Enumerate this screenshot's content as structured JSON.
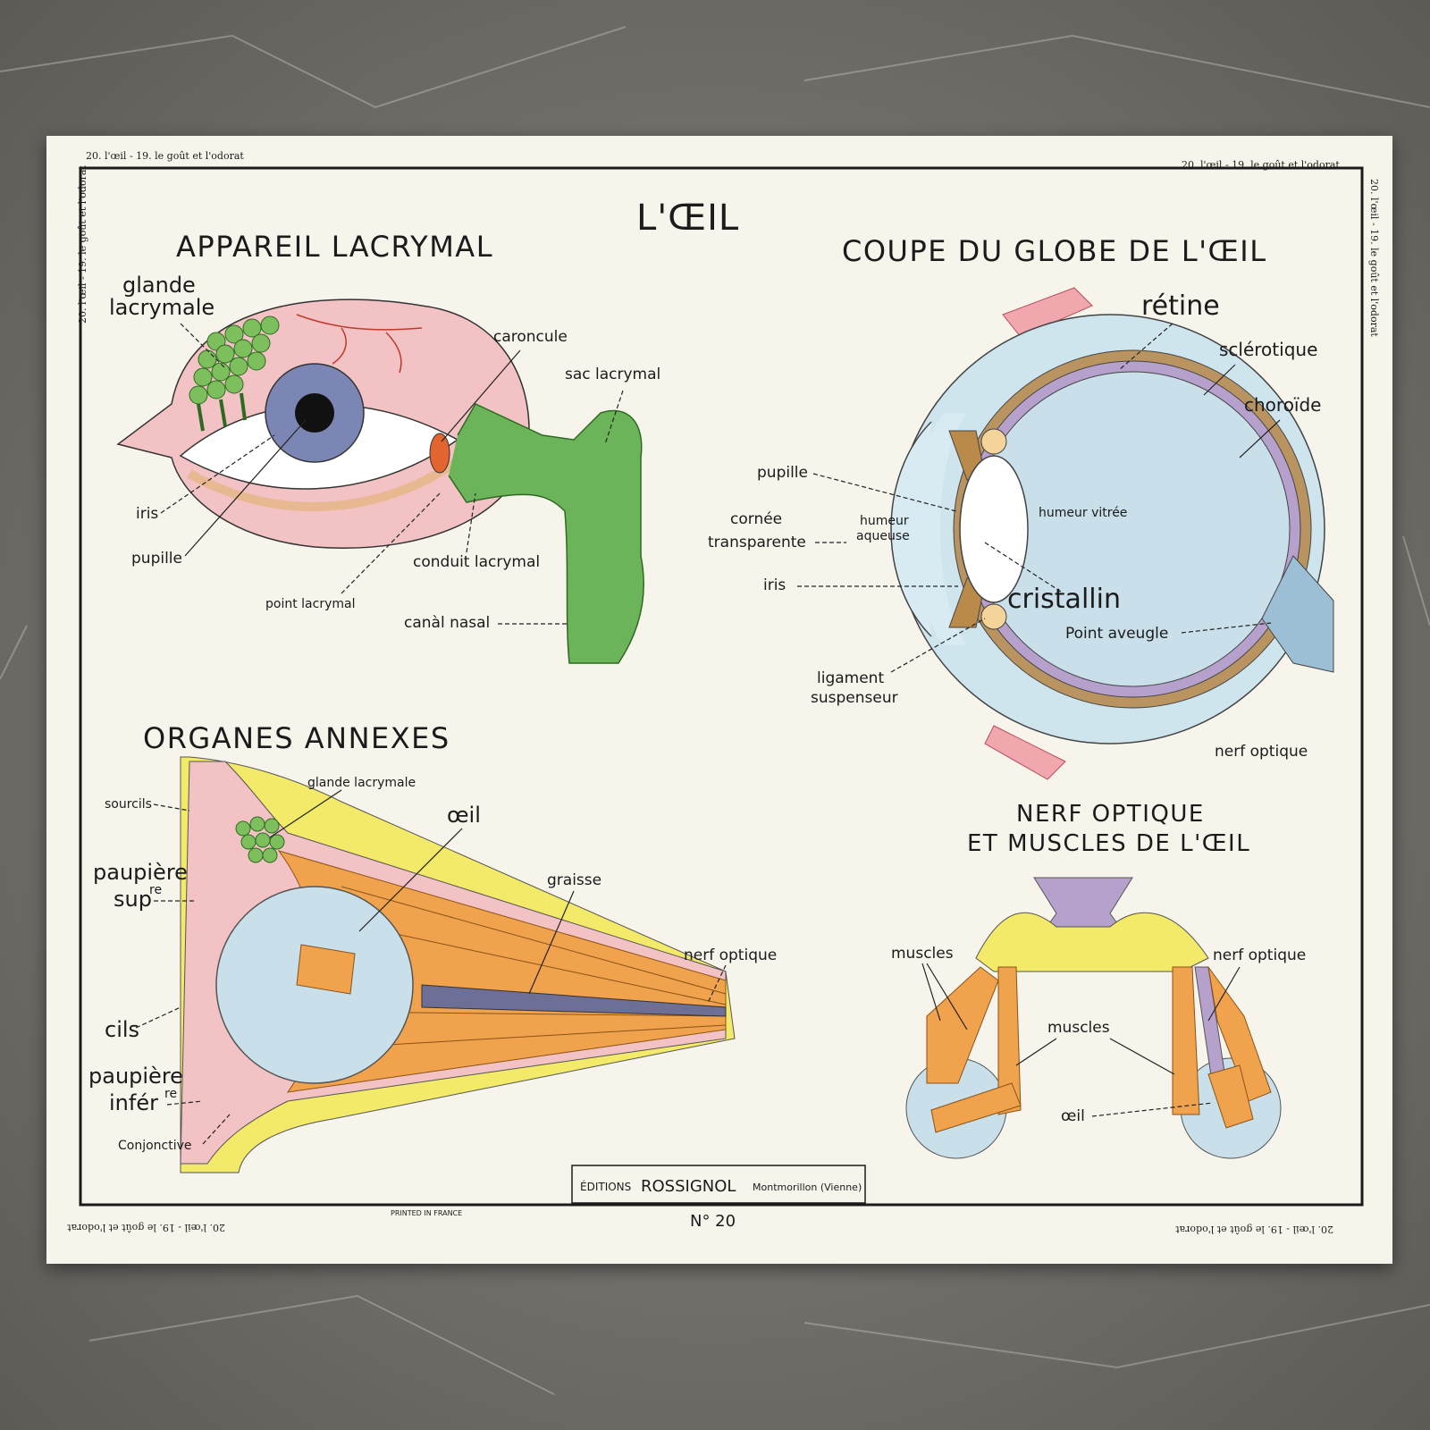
{
  "margin_text": "20. l'œil - 19. le goût et l'odorat",
  "title": "L'ŒIL",
  "sections": {
    "lacrymal": {
      "title": "APPAREIL LACRYMAL",
      "labels": {
        "glande_1": "glande",
        "glande_2": "lacrymale",
        "caroncule": "caroncule",
        "sac": "sac lacrymal",
        "iris": "iris",
        "pupille": "pupille",
        "conduit": "conduit lacrymal",
        "point": "point lacrymal",
        "canal": "canàl nasal"
      }
    },
    "coupe": {
      "title": "COUPE DU GLOBE DE L'ŒIL",
      "labels": {
        "retine": "rétine",
        "sclerotique": "sclérotique",
        "choroide": "choroïde",
        "pupille": "pupille",
        "humeur_aq_1": "humeur",
        "humeur_aq_2": "aqueuse",
        "humeur_vitree": "humeur vitrée",
        "cornee_1": "cornée",
        "cornee_2": "transparente",
        "iris": "iris",
        "cristallin": "cristallin",
        "point_aveugle": "Point aveugle",
        "ligament_1": "ligament",
        "ligament_2": "suspenseur",
        "nerf": "nerf optique"
      }
    },
    "annexes": {
      "title": "ORGANES ANNEXES",
      "labels": {
        "sourcils": "sourcils",
        "glande": "glande lacrymale",
        "oeil": "œil",
        "paupiere_sup_1": "paupière",
        "paupiere_sup_2": "sup",
        "paupiere_sup_sup": "re",
        "graisse": "graisse",
        "nerf": "nerf optique",
        "cils": "cils",
        "paupiere_inf_1": "paupière",
        "paupiere_inf_2": "infér",
        "paupiere_inf_sup": "re",
        "conjonctive": "Conjonctive"
      }
    },
    "nerf_muscles": {
      "title_1": "NERF OPTIQUE",
      "title_2": "ET MUSCLES DE L'ŒIL",
      "labels": {
        "muscles_left": "muscles",
        "nerf": "nerf optique",
        "muscles_center": "muscles",
        "oeil": "œil"
      }
    }
  },
  "publisher": {
    "editions": "ÉDITIONS",
    "name": "ROSSIGNOL",
    "place": "Montmorillon (Vienne)"
  },
  "printed": "PRINTED IN FRANCE",
  "number": "N° 20",
  "colors": {
    "paper": "#f7f4ec",
    "pink": "#f2c2c4",
    "green": "#6cb45a",
    "blue": "#c9dfea",
    "iris": "#7c86b5",
    "yellow": "#f3ea6a",
    "orange": "#f0a24c",
    "purple": "#b6a0cc"
  }
}
